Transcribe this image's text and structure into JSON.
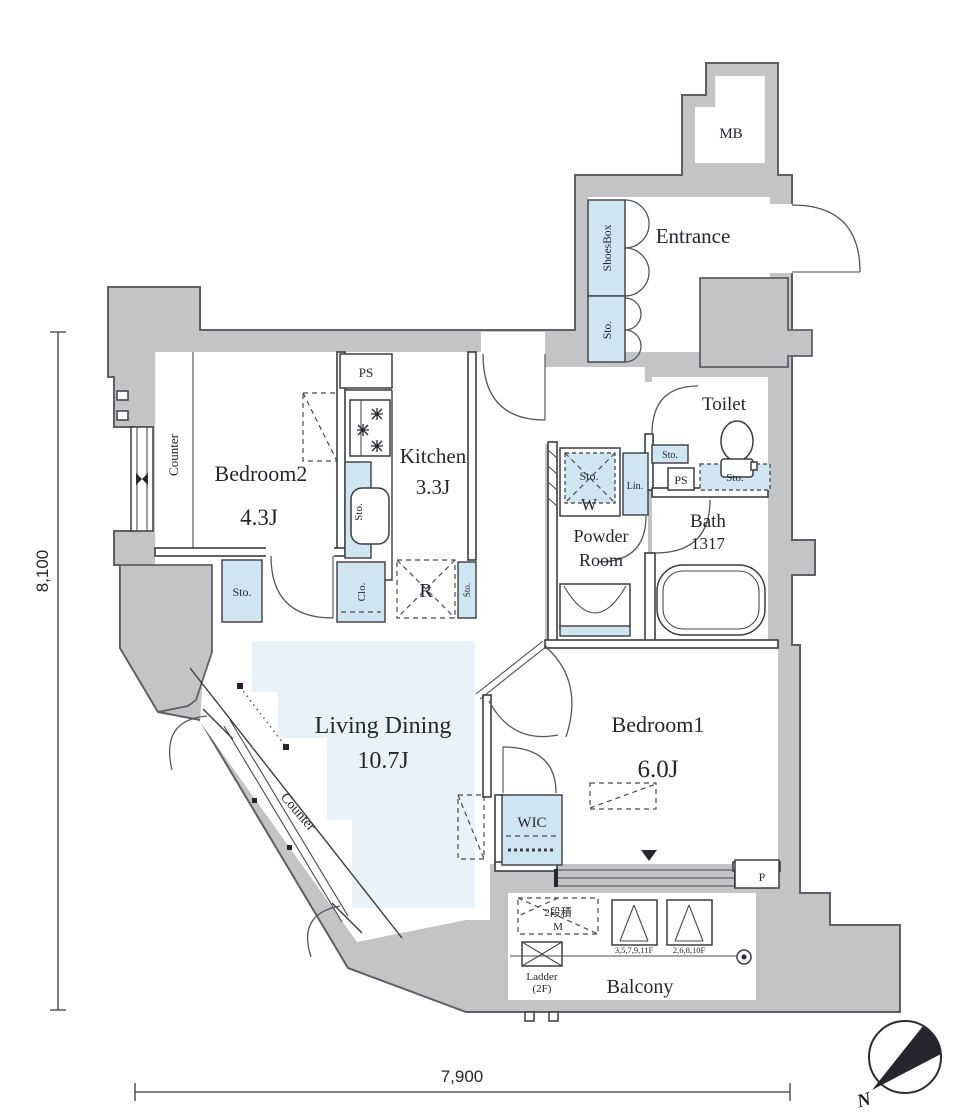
{
  "rooms": {
    "mb": "MB",
    "entrance": "Entrance",
    "toilet": "Toilet",
    "bath": "Bath",
    "bath_size": "1317",
    "powder_line1": "Powder",
    "powder_line2": "Room",
    "kitchen": "Kitchen",
    "kitchen_size": "3.3J",
    "bedroom2": "Bedroom2",
    "bedroom2_size": "4.3J",
    "living": "Living Dining",
    "living_size": "10.7J",
    "bedroom1": "Bedroom1",
    "bedroom1_size": "6.0J",
    "wic": "WIC",
    "balcony": "Balcony"
  },
  "fixtures": {
    "shoesbox": "ShoesBox",
    "storage": "Sto.",
    "linen": "Lin.",
    "washer": "W",
    "closet": "Clo.",
    "refrigerator": "R",
    "pipe_space": "PS",
    "counter": "Counter",
    "pole": "P",
    "ladder_line1": "Ladder",
    "ladder_line2": "(2F)",
    "stack_line1": "2段積",
    "stack_line2": "M",
    "hatch_floors_a": "3,5,7,9,11F",
    "hatch_floors_b": "2,6,8,10F"
  },
  "dimensions": {
    "vertical": "8,100",
    "horizontal": "7,900"
  },
  "compass": {
    "north": "N"
  },
  "colors": {
    "wall": "#c3c4c6",
    "wall_edge": "#5f5f66",
    "fixture_blue": "#cfe5f2",
    "floor_blue": "#e9f2f8",
    "line": "#3c3c44"
  }
}
